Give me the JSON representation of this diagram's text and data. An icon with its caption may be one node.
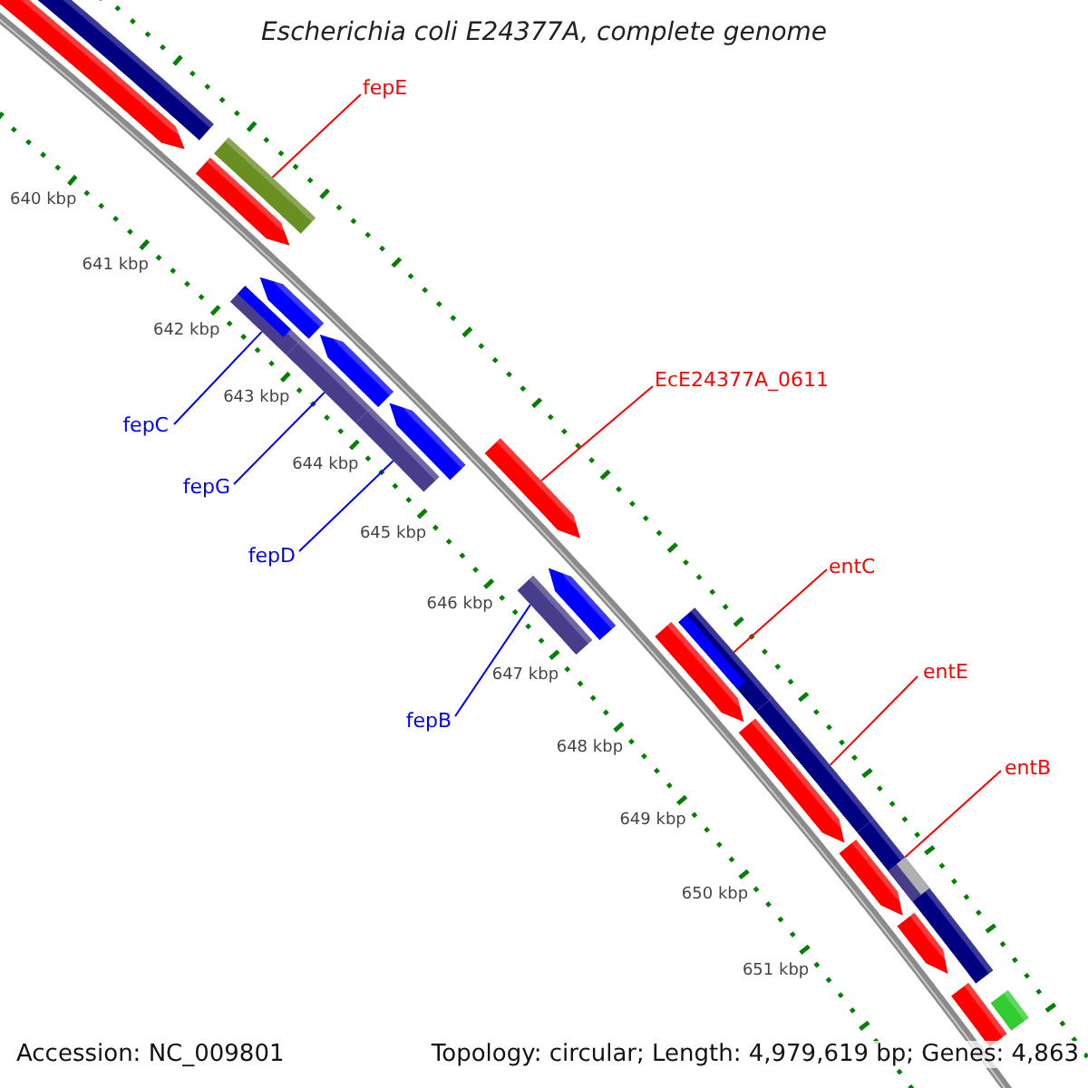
{
  "diagram": {
    "title": "Escherichia coli E24377A, complete genome",
    "nodes": [
      {
        "text": [
          "fepE"
        ]
      },
      {
        "text": [],
        "shape": "bar"
      },
      {
        "text": [
          "EcE24377A_0611"
        ]
      },
      {
        "text": [],
        "shape": "arrow"
      },
      {
        "text": [
          "fepC"
        ]
      },
      {
        "text": [],
        "shape": "bar"
      },
      {
        "text": [
          "fepG"
        ]
      },
      {
        "text": [],
        "shape": "bar"
      },
      {
        "text": [
          "fepD"
        ]
      },
      {
        "text": [],
        "shape": "bar"
      },
      {
        "text": [
          "fepB"
        ]
      },
      {
        "text": [],
        "shape": "bar"
      },
      {
        "text": [
          "entC"
        ]
      },
      {
        "text": [],
        "shape": "bar"
      },
      {
        "text": [
          "entE"
        ]
      },
      {
        "text": [],
        "shape": "bar"
      },
      {
        "text": [
          "entB"
        ]
      },
      {
        "text": [],
        "shape": "bar"
      },
      {
        "text": [],
        "shape": "arrow"
      },
      {
        "text": [],
        "shape": "bar"
      },
      {
        "text": [],
        "shape": "arrow"
      },
      {
        "text": [],
        "shape": "arrow"
      },
      {
        "text": [],
        "shape": "arrow"
      },
      {
        "text": [],
        "shape": "arrow"
      },
      {
        "text": [],
        "shape": "arrow"
      },
      {
        "text": [],
        "shape": "arrow"
      },
      {
        "text": [],
        "shape": "arrow"
      },
      {
        "text": [],
        "shape": "arrow"
      },
      {
        "text": [],
        "shape": "arrow"
      },
      {
        "text": [],
        "shape": "bar"
      },
      {
        "text": [],
        "shape": "bar"
      },
      {
        "text": [],
        "shape": "bar"
      }
    ],
    "edges": [
      {
        "from": 0,
        "to": 1,
        "arrow": "none"
      },
      {
        "from": 2,
        "to": 3,
        "arrow": "none"
      },
      {
        "from": 4,
        "to": 5,
        "arrow": "none",
        "color": "#0000ff"
      },
      {
        "from": 6,
        "to": 7,
        "arrow": "none",
        "color": "#0000ff"
      },
      {
        "from": 8,
        "to": 9,
        "arrow": "none",
        "color": "#0000ff"
      },
      {
        "from": 10,
        "to": 11,
        "arrow": "none",
        "color": "#0000ff"
      },
      {
        "from": 12,
        "to": 13,
        "arrow": "none"
      },
      {
        "from": 14,
        "to": 15,
        "arrow": "none"
      },
      {
        "from": 16,
        "to": 17,
        "arrow": "none"
      }
    ],
    "labels": [
      "640 kbp",
      "641 kbp",
      "642 kbp",
      "643 kbp",
      "644 kbp",
      "645 kbp",
      "646 kbp",
      "647 kbp",
      "648 kbp",
      "649 kbp",
      "650 kbp",
      "651 kbp",
      "Accession: NC_009801",
      "Topology: circular; Length: 4,979,619 bp; Genes: 4,863"
    ]
  }
}
